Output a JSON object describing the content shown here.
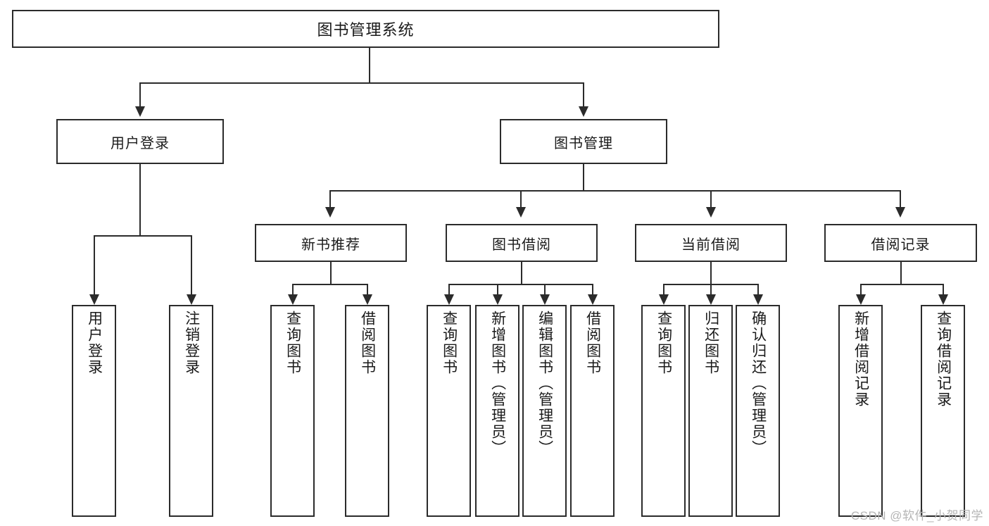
{
  "diagram": {
    "title": "图书管理系统",
    "root": {
      "label": "图书管理系统"
    },
    "level2": [
      {
        "label": "用户登录"
      },
      {
        "label": "图书管理"
      }
    ],
    "level3": [
      {
        "label": "新书推荐"
      },
      {
        "label": "图书借阅"
      },
      {
        "label": "当前借阅"
      },
      {
        "label": "借阅记录"
      }
    ],
    "leaves": {
      "user_login": [
        {
          "label": "用户登录"
        },
        {
          "label": "注销登录"
        }
      ],
      "new_book_recommend": [
        {
          "label": "查询图书"
        },
        {
          "label": "借阅图书"
        }
      ],
      "book_borrow": [
        {
          "label": "查询图书"
        },
        {
          "label": "新增图书（管理员）"
        },
        {
          "label": "编辑图书（管理员）"
        },
        {
          "label": "借阅图书"
        }
      ],
      "current_borrow": [
        {
          "label": "查询图书"
        },
        {
          "label": "归还图书"
        },
        {
          "label": "确认归还（管理员）"
        }
      ],
      "borrow_record": [
        {
          "label": "新增借阅记录"
        },
        {
          "label": "查询借阅记录"
        }
      ]
    }
  },
  "watermark": {
    "text": "CSDN @软件_小贺同学"
  },
  "colors": {
    "stroke": "#2b2b2b",
    "background": "#ffffff",
    "text": "#1a1a1a",
    "watermark": "#b5b5b5"
  }
}
